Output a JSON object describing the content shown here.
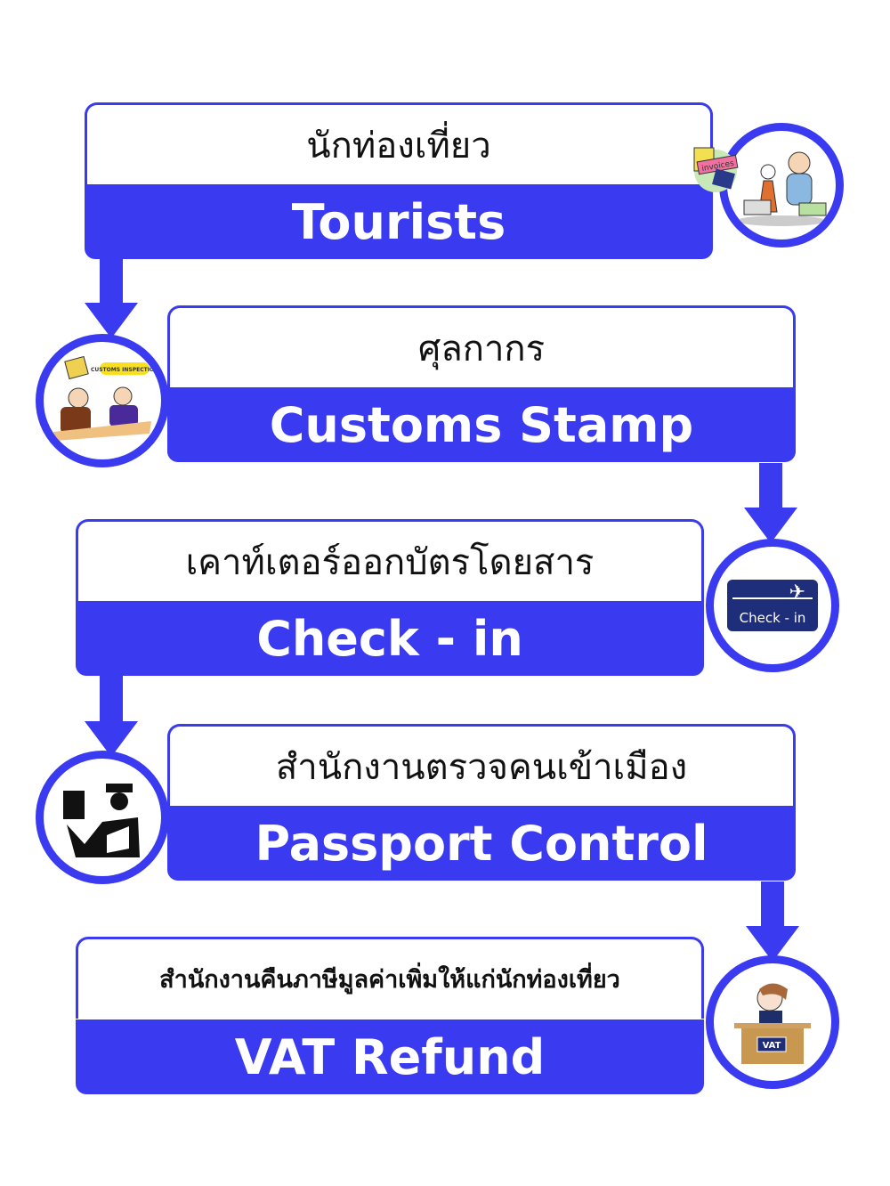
{
  "steps": [
    {
      "thai": "นักท่องเที่ยว",
      "english": "Tourists",
      "icon": "tourists-icon"
    },
    {
      "thai": "ศุลกากร",
      "english": "Customs Stamp",
      "icon": "customs-inspection-icon"
    },
    {
      "thai": "เคาท์เตอร์ออกบัตรโดยสาร",
      "english": "Check - in",
      "icon": "check-in-icon",
      "icon_text": "Check - in"
    },
    {
      "thai": "สำนักงานตรวจคนเข้าเมือง",
      "english": "Passport Control",
      "icon": "passport-control-icon"
    },
    {
      "thai": "สำนักงานคืนภาษีมูลค่าเพิ่มให้แก่นักท่องเที่ยว",
      "english": "VAT Refund",
      "icon": "vat-refund-icon",
      "icon_text": "VAT"
    }
  ],
  "icon_labels": {
    "invoices": "invoices",
    "customs": "CUSTOMS INSPECTION"
  },
  "colors": {
    "accent": "#3a3af0"
  }
}
